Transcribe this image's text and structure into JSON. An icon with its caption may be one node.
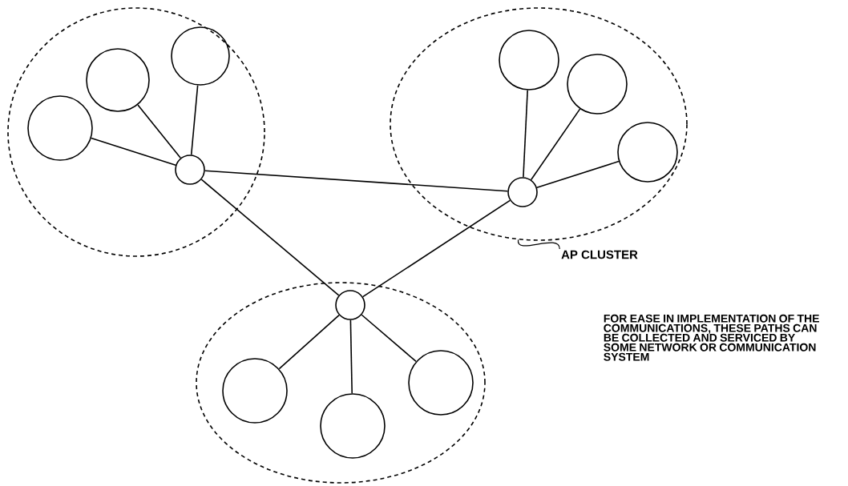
{
  "diagram": {
    "nodes": [
      {
        "text": [],
        "shape": "ellipse"
      },
      {
        "text": [],
        "shape": "circle",
        "in": 0
      },
      {
        "text": [],
        "shape": "circle",
        "in": 0
      },
      {
        "text": [],
        "shape": "circle",
        "in": 0
      },
      {
        "text": [],
        "shape": "circle",
        "in": 0
      },
      {
        "text": [],
        "shape": "ellipse"
      },
      {
        "text": [],
        "shape": "circle",
        "in": 5
      },
      {
        "text": [],
        "shape": "circle",
        "in": 5
      },
      {
        "text": [],
        "shape": "circle",
        "in": 5
      },
      {
        "text": [],
        "shape": "circle",
        "in": 5
      },
      {
        "text": [],
        "shape": "ellipse"
      },
      {
        "text": [],
        "shape": "circle",
        "in": 10
      },
      {
        "text": [],
        "shape": "circle",
        "in": 10
      },
      {
        "text": [],
        "shape": "circle",
        "in": 10
      },
      {
        "text": [],
        "shape": "circle",
        "in": 10
      },
      {
        "text": [
          "AP CLUSTER"
        ]
      }
    ],
    "edges": [
      {
        "from": 1,
        "to": 2,
        "arrow": "none"
      },
      {
        "from": 1,
        "to": 3,
        "arrow": "none"
      },
      {
        "from": 1,
        "to": 4,
        "arrow": "none"
      },
      {
        "from": 6,
        "to": 7,
        "arrow": "none"
      },
      {
        "from": 6,
        "to": 8,
        "arrow": "none"
      },
      {
        "from": 6,
        "to": 9,
        "arrow": "none"
      },
      {
        "from": 11,
        "to": 12,
        "arrow": "none"
      },
      {
        "from": 11,
        "to": 13,
        "arrow": "none"
      },
      {
        "from": 11,
        "to": 14,
        "arrow": "none"
      },
      {
        "from": 1,
        "to": 6,
        "arrow": "none"
      },
      {
        "from": 1,
        "to": 11,
        "arrow": "none"
      },
      {
        "from": 6,
        "to": 11,
        "arrow": "none"
      },
      {
        "from": 15,
        "to": 5,
        "arrow": "none"
      }
    ],
    "labels": [
      "FOR EASE IN IMPLEMENTATION OF THE COMMUNICATIONS, THESE PATHS CAN BE COLLECTED AND SERVICED BY SOME NETWORK OR COMMUNICATION SYSTEM"
    ]
  }
}
